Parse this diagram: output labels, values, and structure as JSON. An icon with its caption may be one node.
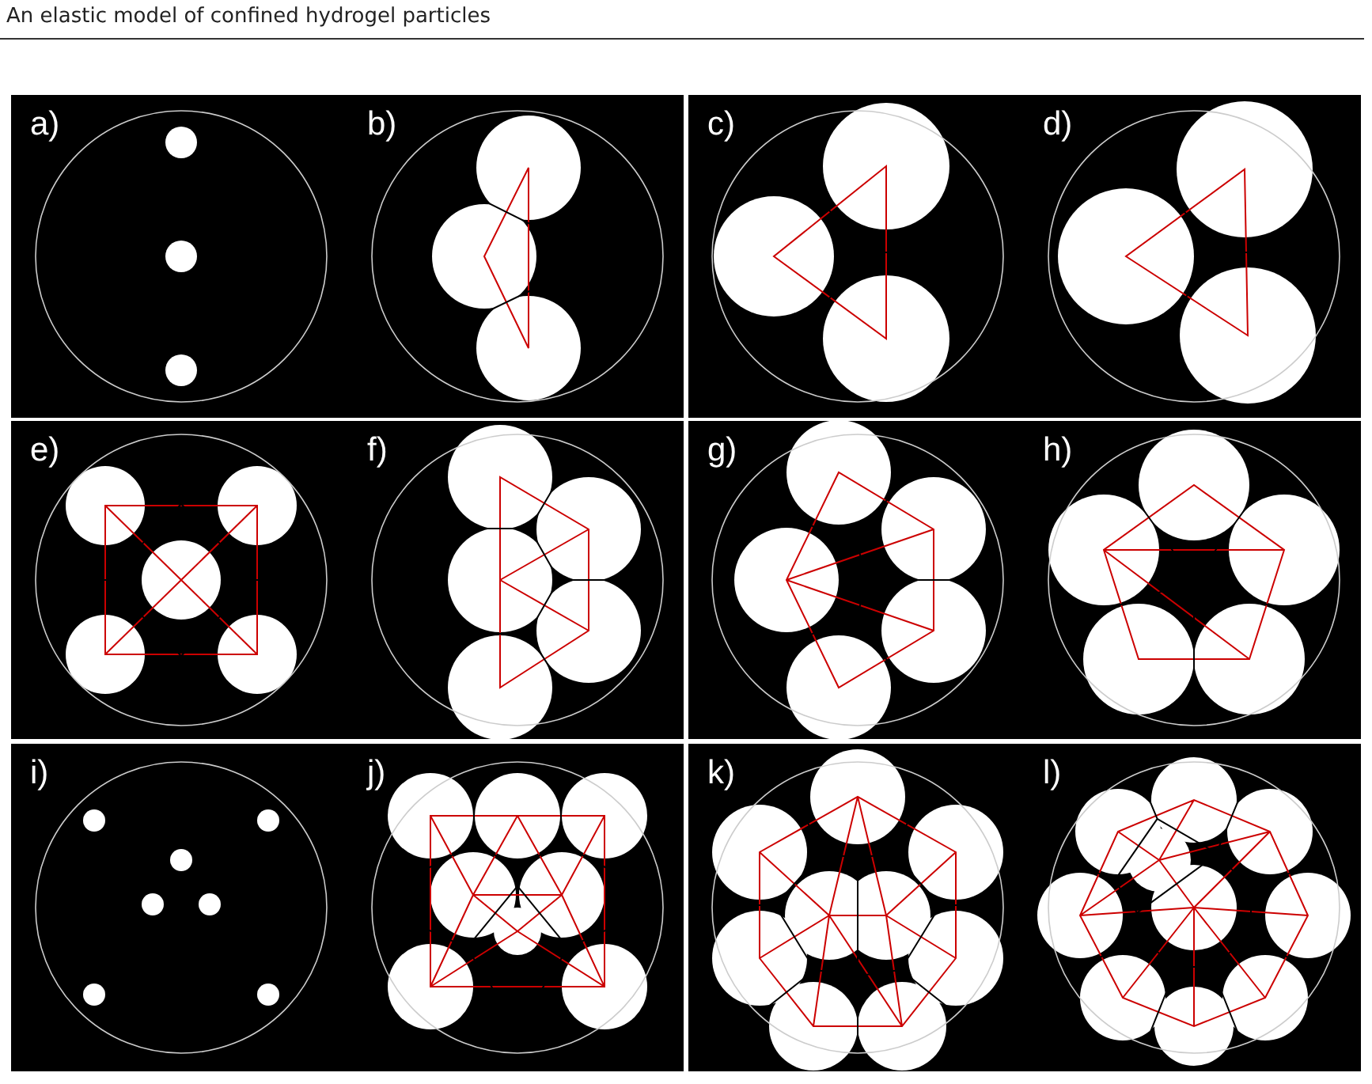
{
  "diagram": {
    "title": "An elastic model of confined hydrogel particles",
    "labels": [
      "a)",
      "b)",
      "c)",
      "d)",
      "e)",
      "f)",
      "g)",
      "h)",
      "i)",
      "j)",
      "k)",
      "l)"
    ]
  }
}
